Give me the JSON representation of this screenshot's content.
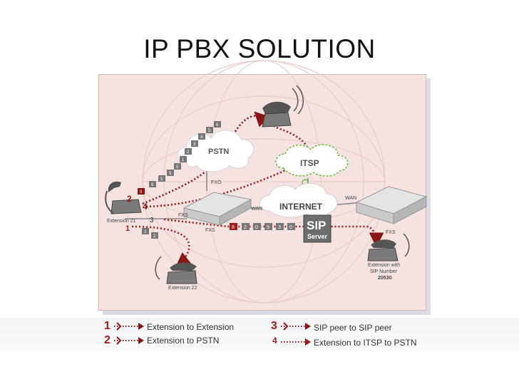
{
  "title": "IP PBX SOLUTION",
  "diagram": {
    "cloud_pstn": "PSTN",
    "cloud_itsp": "ITSP",
    "cloud_internet": "INTERNET",
    "sip_server_top": "SIP",
    "sip_server_bottom": "Server",
    "port_fxo": "FXO",
    "port_fxs_left": "FXS",
    "port_fxs_bottom": "FXS",
    "port_wan_left": "WAN",
    "port_wan_right": "WAN",
    "port_fxs_right": "FXS",
    "ext21_label": "Extension 21",
    "ext22_label": "Extension 22",
    "ext_sip_line1": "Extension with",
    "ext_sip_line2": "SIP Number",
    "ext_sip_number": "20530",
    "route_num_1": "1",
    "route_num_2": "2",
    "route_num_3": "3",
    "route_num_4": "4",
    "dial_keys_pstn": [
      "0",
      "9",
      "5",
      "5",
      "5",
      "1",
      "2",
      "3",
      "4",
      "5",
      "6"
    ],
    "dial_keys_ext1": [
      "2",
      "2"
    ],
    "dial_keys_sip": [
      "8",
      "2",
      "0",
      "5",
      "3",
      "0"
    ]
  },
  "legend": [
    {
      "num": "1",
      "text": "Extension to Extension"
    },
    {
      "num": "2",
      "text": "Extension to PSTN"
    },
    {
      "num": "3",
      "text": "SIP peer to SIP peer"
    },
    {
      "num": "4",
      "text": "Extension to ITSP to PSTN"
    }
  ],
  "colors": {
    "route_dark_red": "#7a1010",
    "route_red": "#b02020",
    "line_gray": "#909090",
    "accent_green": "#5fb030",
    "server_gray": "#6d6d6d"
  }
}
